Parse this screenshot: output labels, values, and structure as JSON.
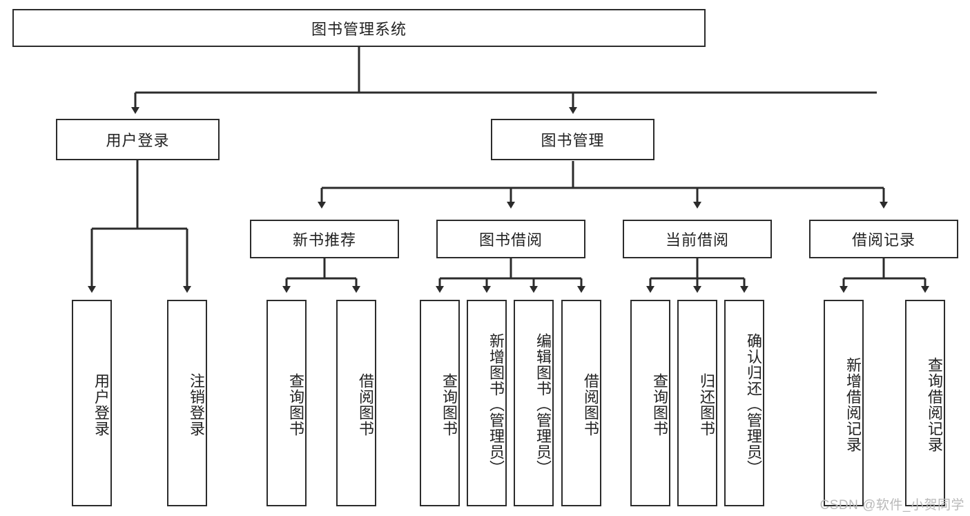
{
  "diagram": {
    "type": "tree-hierarchy-chart",
    "title": "图书管理系统",
    "stroke_color": "#2b2b2b",
    "fill_color": "#ffffff",
    "text_color": "#222222",
    "watermark": "CSDN @软件_小贺同学",
    "levels": {
      "root": {
        "label": "图书管理系统",
        "orientation": "horizontal"
      },
      "level2": [
        {
          "label": "用户登录",
          "orientation": "horizontal"
        },
        {
          "label": "图书管理",
          "orientation": "horizontal"
        }
      ],
      "level3": [
        {
          "label": "新书推荐",
          "orientation": "horizontal",
          "parent": "图书管理"
        },
        {
          "label": "图书借阅",
          "orientation": "horizontal",
          "parent": "图书管理"
        },
        {
          "label": "当前借阅",
          "orientation": "horizontal",
          "parent": "图书管理"
        },
        {
          "label": "借阅记录",
          "orientation": "horizontal",
          "parent": "图书管理"
        }
      ],
      "leaves": [
        {
          "label": "用户登录",
          "orientation": "vertical",
          "parent": "用户登录"
        },
        {
          "label": "注销登录",
          "orientation": "vertical",
          "parent": "用户登录"
        },
        {
          "label": "查询图书",
          "orientation": "vertical",
          "parent": "新书推荐"
        },
        {
          "label": "借阅图书",
          "orientation": "vertical",
          "parent": "新书推荐"
        },
        {
          "label": "查询图书",
          "orientation": "vertical",
          "parent": "图书借阅"
        },
        {
          "label": "新增图书（管理员）",
          "orientation": "vertical",
          "parent": "图书借阅"
        },
        {
          "label": "编辑图书（管理员）",
          "orientation": "vertical",
          "parent": "图书借阅"
        },
        {
          "label": "借阅图书",
          "orientation": "vertical",
          "parent": "图书借阅"
        },
        {
          "label": "查询图书",
          "orientation": "vertical",
          "parent": "当前借阅"
        },
        {
          "label": "归还图书",
          "orientation": "vertical",
          "parent": "当前借阅"
        },
        {
          "label": "确认归还（管理员）",
          "orientation": "vertical",
          "parent": "当前借阅"
        },
        {
          "label": "新增借阅记录",
          "orientation": "vertical",
          "parent": "借阅记录"
        },
        {
          "label": "查询借阅记录",
          "orientation": "vertical",
          "parent": "借阅记录"
        }
      ]
    }
  }
}
